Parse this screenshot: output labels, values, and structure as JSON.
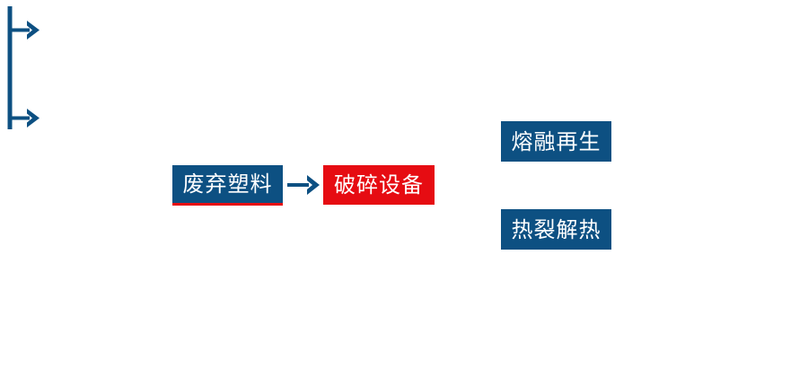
{
  "diagram": {
    "type": "flowchart",
    "title": "",
    "colors": {
      "primary_blue": "#0d5082",
      "accent_red": "#e60c12",
      "text_on_fill": "#ffffff",
      "background": "#ffffff"
    },
    "nodes": [
      {
        "id": "waste-plastic",
        "label": "废弃塑料",
        "fill": "#0d5082",
        "underline": "#e60c12"
      },
      {
        "id": "crushing-equipment",
        "label": "破碎设备",
        "fill": "#e60c12",
        "underline": ""
      },
      {
        "id": "melt-regeneration",
        "label": "熔融再生",
        "fill": "#0d5082",
        "underline": ""
      },
      {
        "id": "pyrolysis-heat",
        "label": "热裂解热",
        "fill": "#0d5082",
        "underline": ""
      }
    ],
    "connectors": [
      {
        "id": "waste-to-crusher",
        "kind": "straight-arrow",
        "from": "waste-plastic",
        "to": "crushing-equipment",
        "color": "#0d5082"
      },
      {
        "id": "crusher-branch",
        "kind": "split-bracket-arrows",
        "from": "crushing-equipment",
        "to": [
          "melt-regeneration",
          "pyrolysis-heat"
        ],
        "color": "#0d5082"
      }
    ]
  }
}
